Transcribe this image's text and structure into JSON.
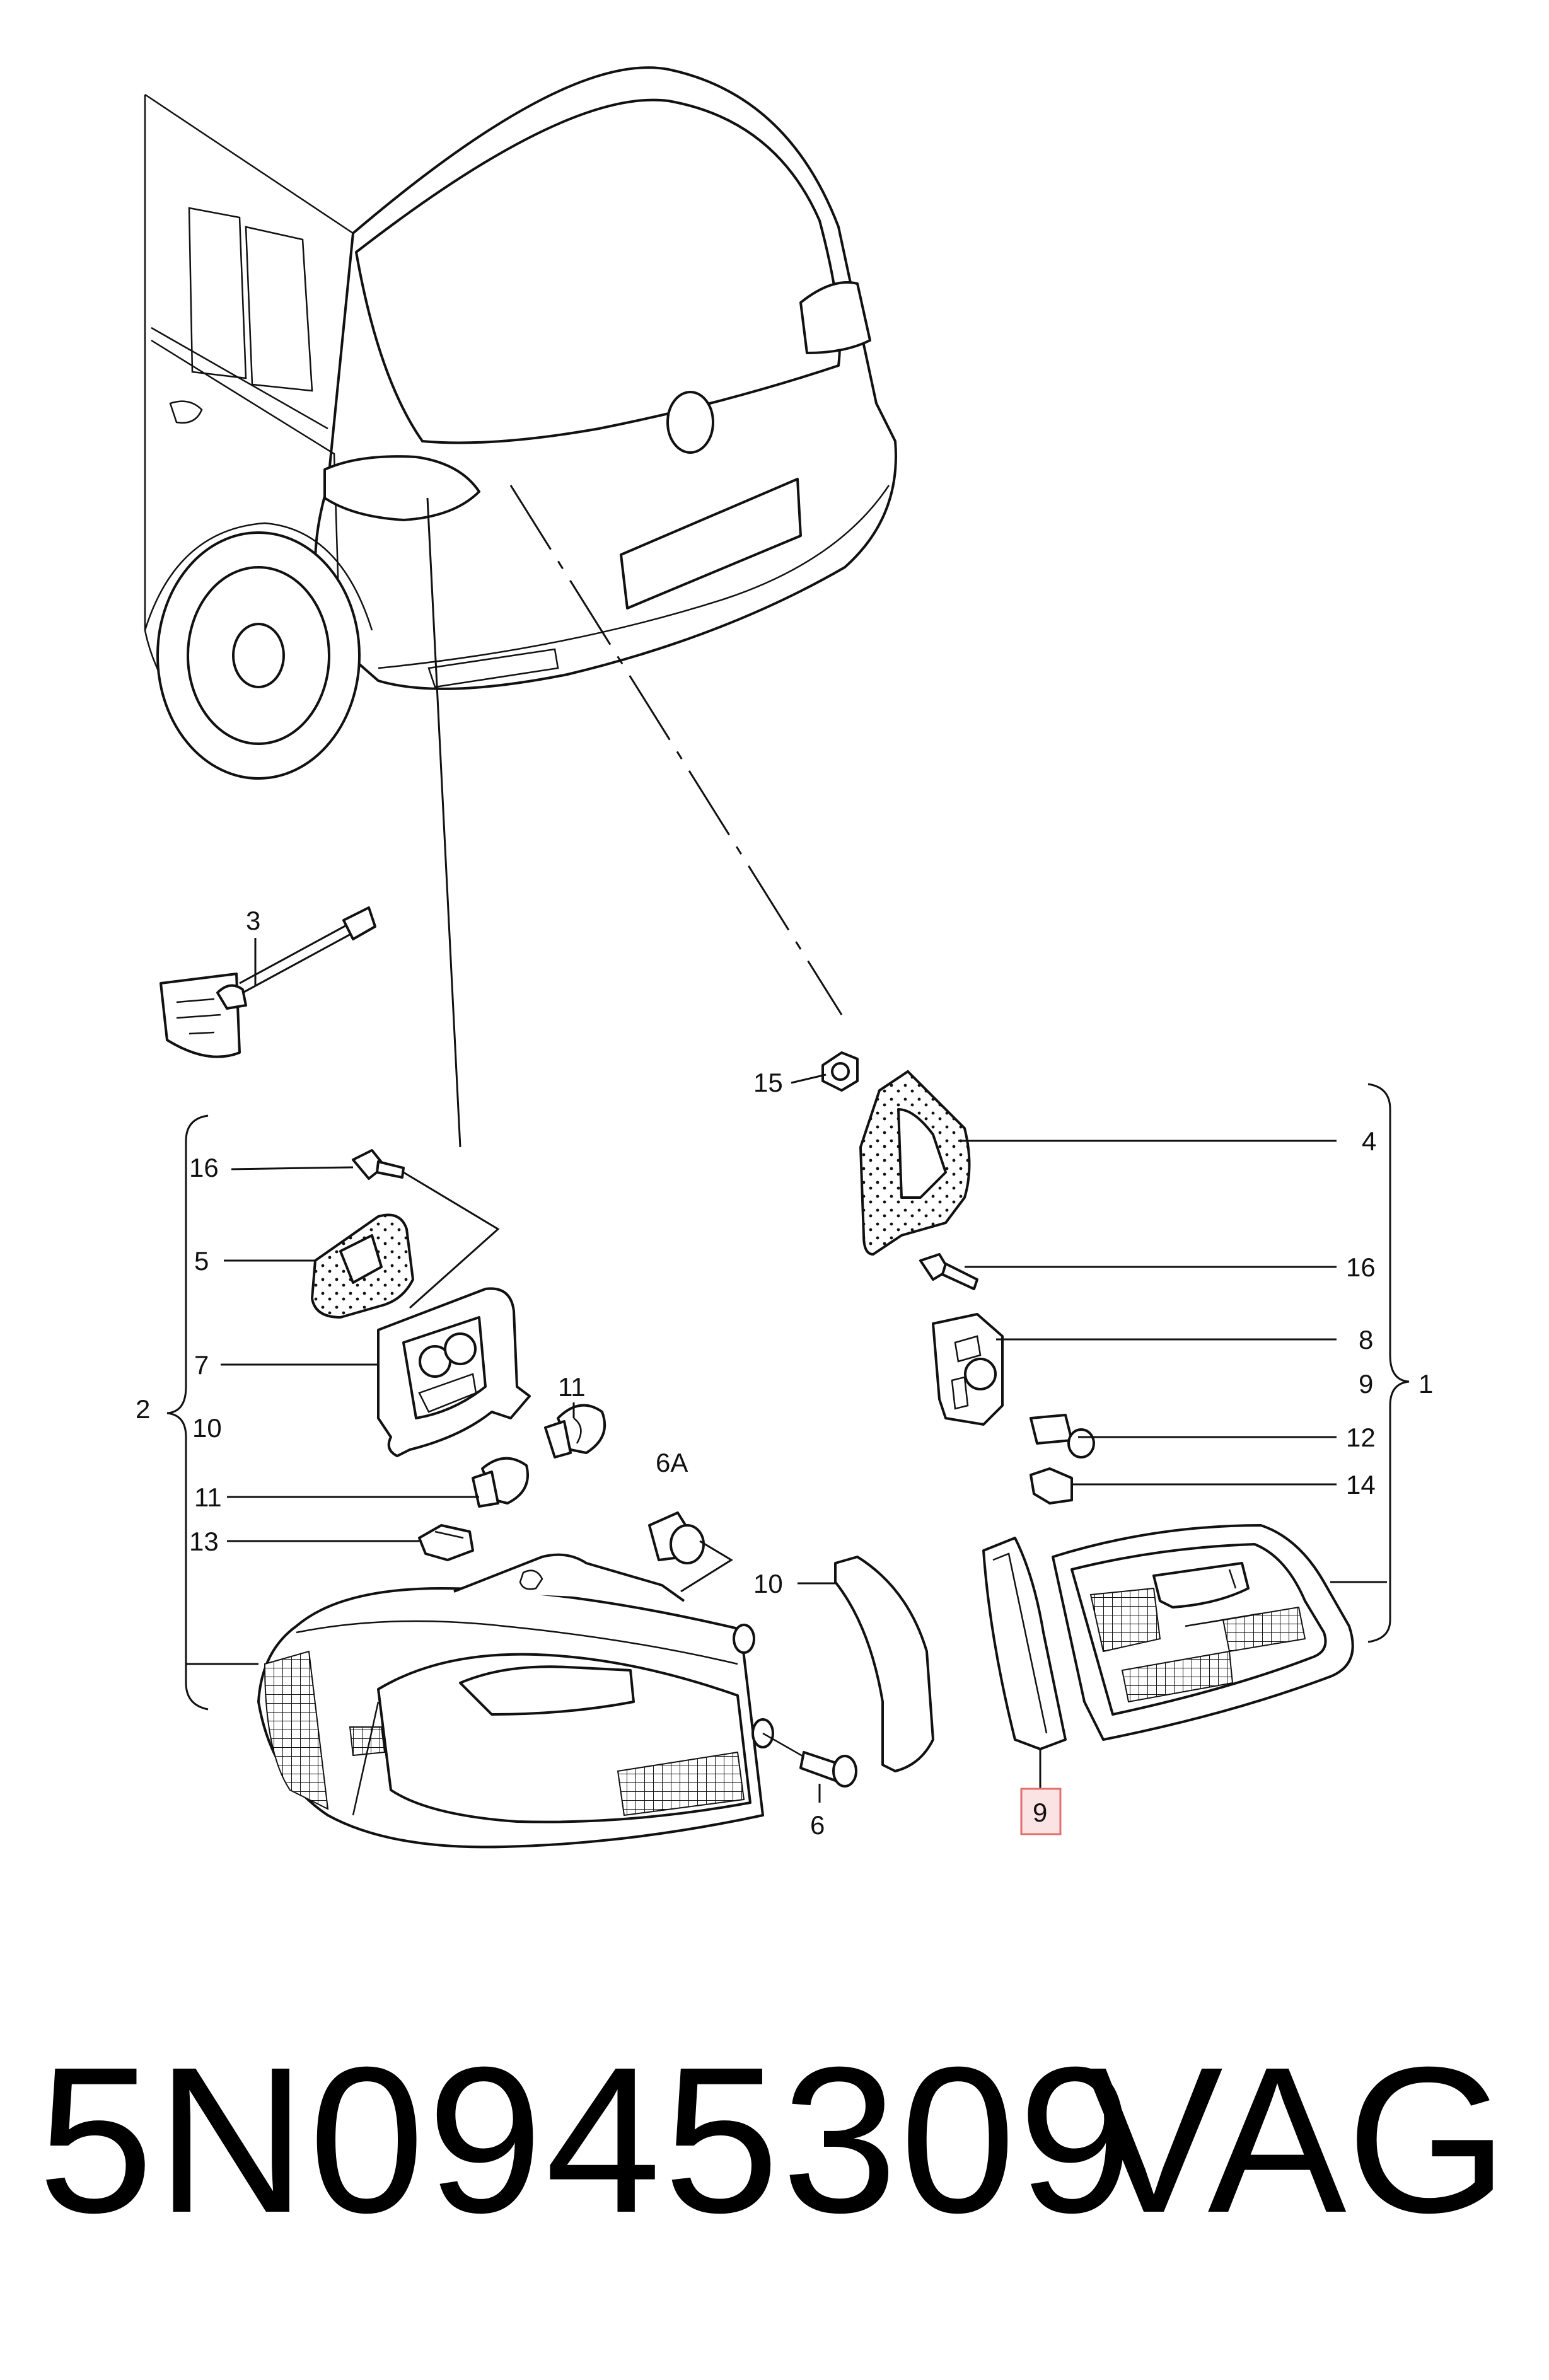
{
  "callouts": {
    "c3": "3",
    "c15": "15",
    "c4": "4",
    "c16_left": "16",
    "c5": "5",
    "c16_right": "16",
    "c7": "7",
    "c8": "8",
    "c2": "2",
    "c10_left": "10",
    "c11_top": "11",
    "c9_right": "9",
    "c1": "1",
    "c6a": "6A",
    "c12": "12",
    "c11": "11",
    "c14": "14",
    "c13": "13",
    "c10_mid": "10",
    "c6": "6",
    "c9_highlight": "9"
  },
  "footer": {
    "part_number": "5N0945309",
    "brand": "VAG"
  },
  "colors": {
    "highlight_border": "#e07070",
    "highlight_fill": "#fbe3e3"
  }
}
